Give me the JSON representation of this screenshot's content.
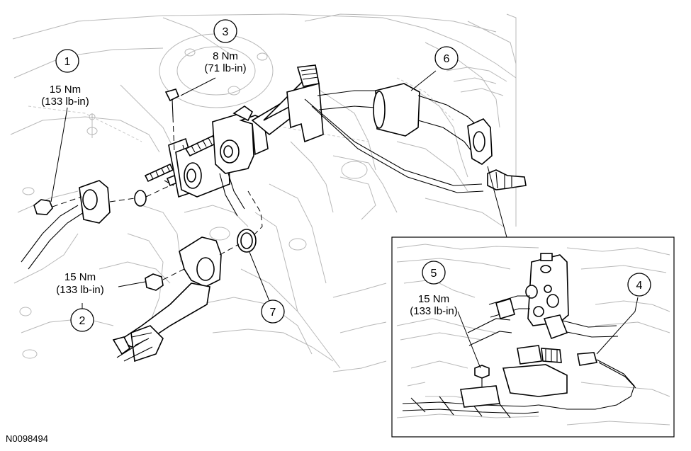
{
  "callouts": [
    {
      "id": "1",
      "number": "1",
      "torque_nm": "15 Nm",
      "torque_lbin": "(133 lb-in)"
    },
    {
      "id": "2",
      "number": "2",
      "torque_nm": "15 Nm",
      "torque_lbin": "(133 lb-in)"
    },
    {
      "id": "3",
      "number": "3",
      "torque_nm": "8 Nm",
      "torque_lbin": "(71 lb-in)"
    },
    {
      "id": "4",
      "number": "4"
    },
    {
      "id": "5",
      "number": "5",
      "torque_nm": "15 Nm",
      "torque_lbin": "(133 lb-in)"
    },
    {
      "id": "6",
      "number": "6"
    },
    {
      "id": "7",
      "number": "7"
    }
  ],
  "figure_id": "N0098494"
}
